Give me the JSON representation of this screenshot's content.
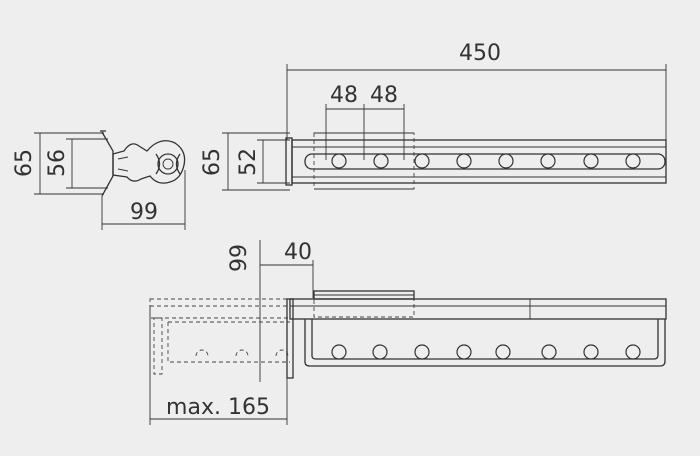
{
  "colors": {
    "background": "#eeeeef",
    "line": "#333333"
  },
  "dimensions": {
    "total_length": "450",
    "hole_spacing_a": "48",
    "hole_spacing_b": "48",
    "front_height": "65",
    "front_inner_height": "56",
    "front_width": "99",
    "top_height": "65",
    "top_inner_height": "52",
    "side_height": "99",
    "side_offset": "40",
    "max_extension": "max. 165"
  }
}
